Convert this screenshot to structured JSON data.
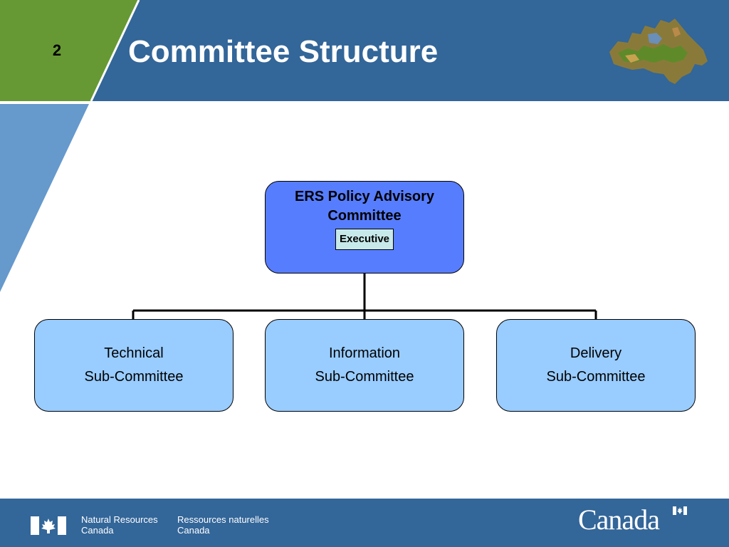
{
  "slide": {
    "number": "2",
    "title": "Committee Structure"
  },
  "colors": {
    "header_blue": "#336699",
    "green_tab": "#669933",
    "light_wedge": "#6699cc",
    "top_box": "#577dff",
    "sub_box": "#99ccff",
    "badge": "#c7e9ea"
  },
  "org_chart": {
    "top": {
      "label": "ERS Policy Advisory Committee",
      "badge": "Executive"
    },
    "children": [
      {
        "line1": "Technical",
        "line2": "Sub-Committee"
      },
      {
        "line1": "Information",
        "line2": "Sub-Committee"
      },
      {
        "line1": "Delivery",
        "line2": "Sub-Committee"
      }
    ]
  },
  "footer": {
    "dept_en_line1": "Natural Resources",
    "dept_en_line2": "Canada",
    "dept_fr_line1": "Ressources naturelles",
    "dept_fr_line2": "Canada",
    "wordmark": "Canada"
  }
}
